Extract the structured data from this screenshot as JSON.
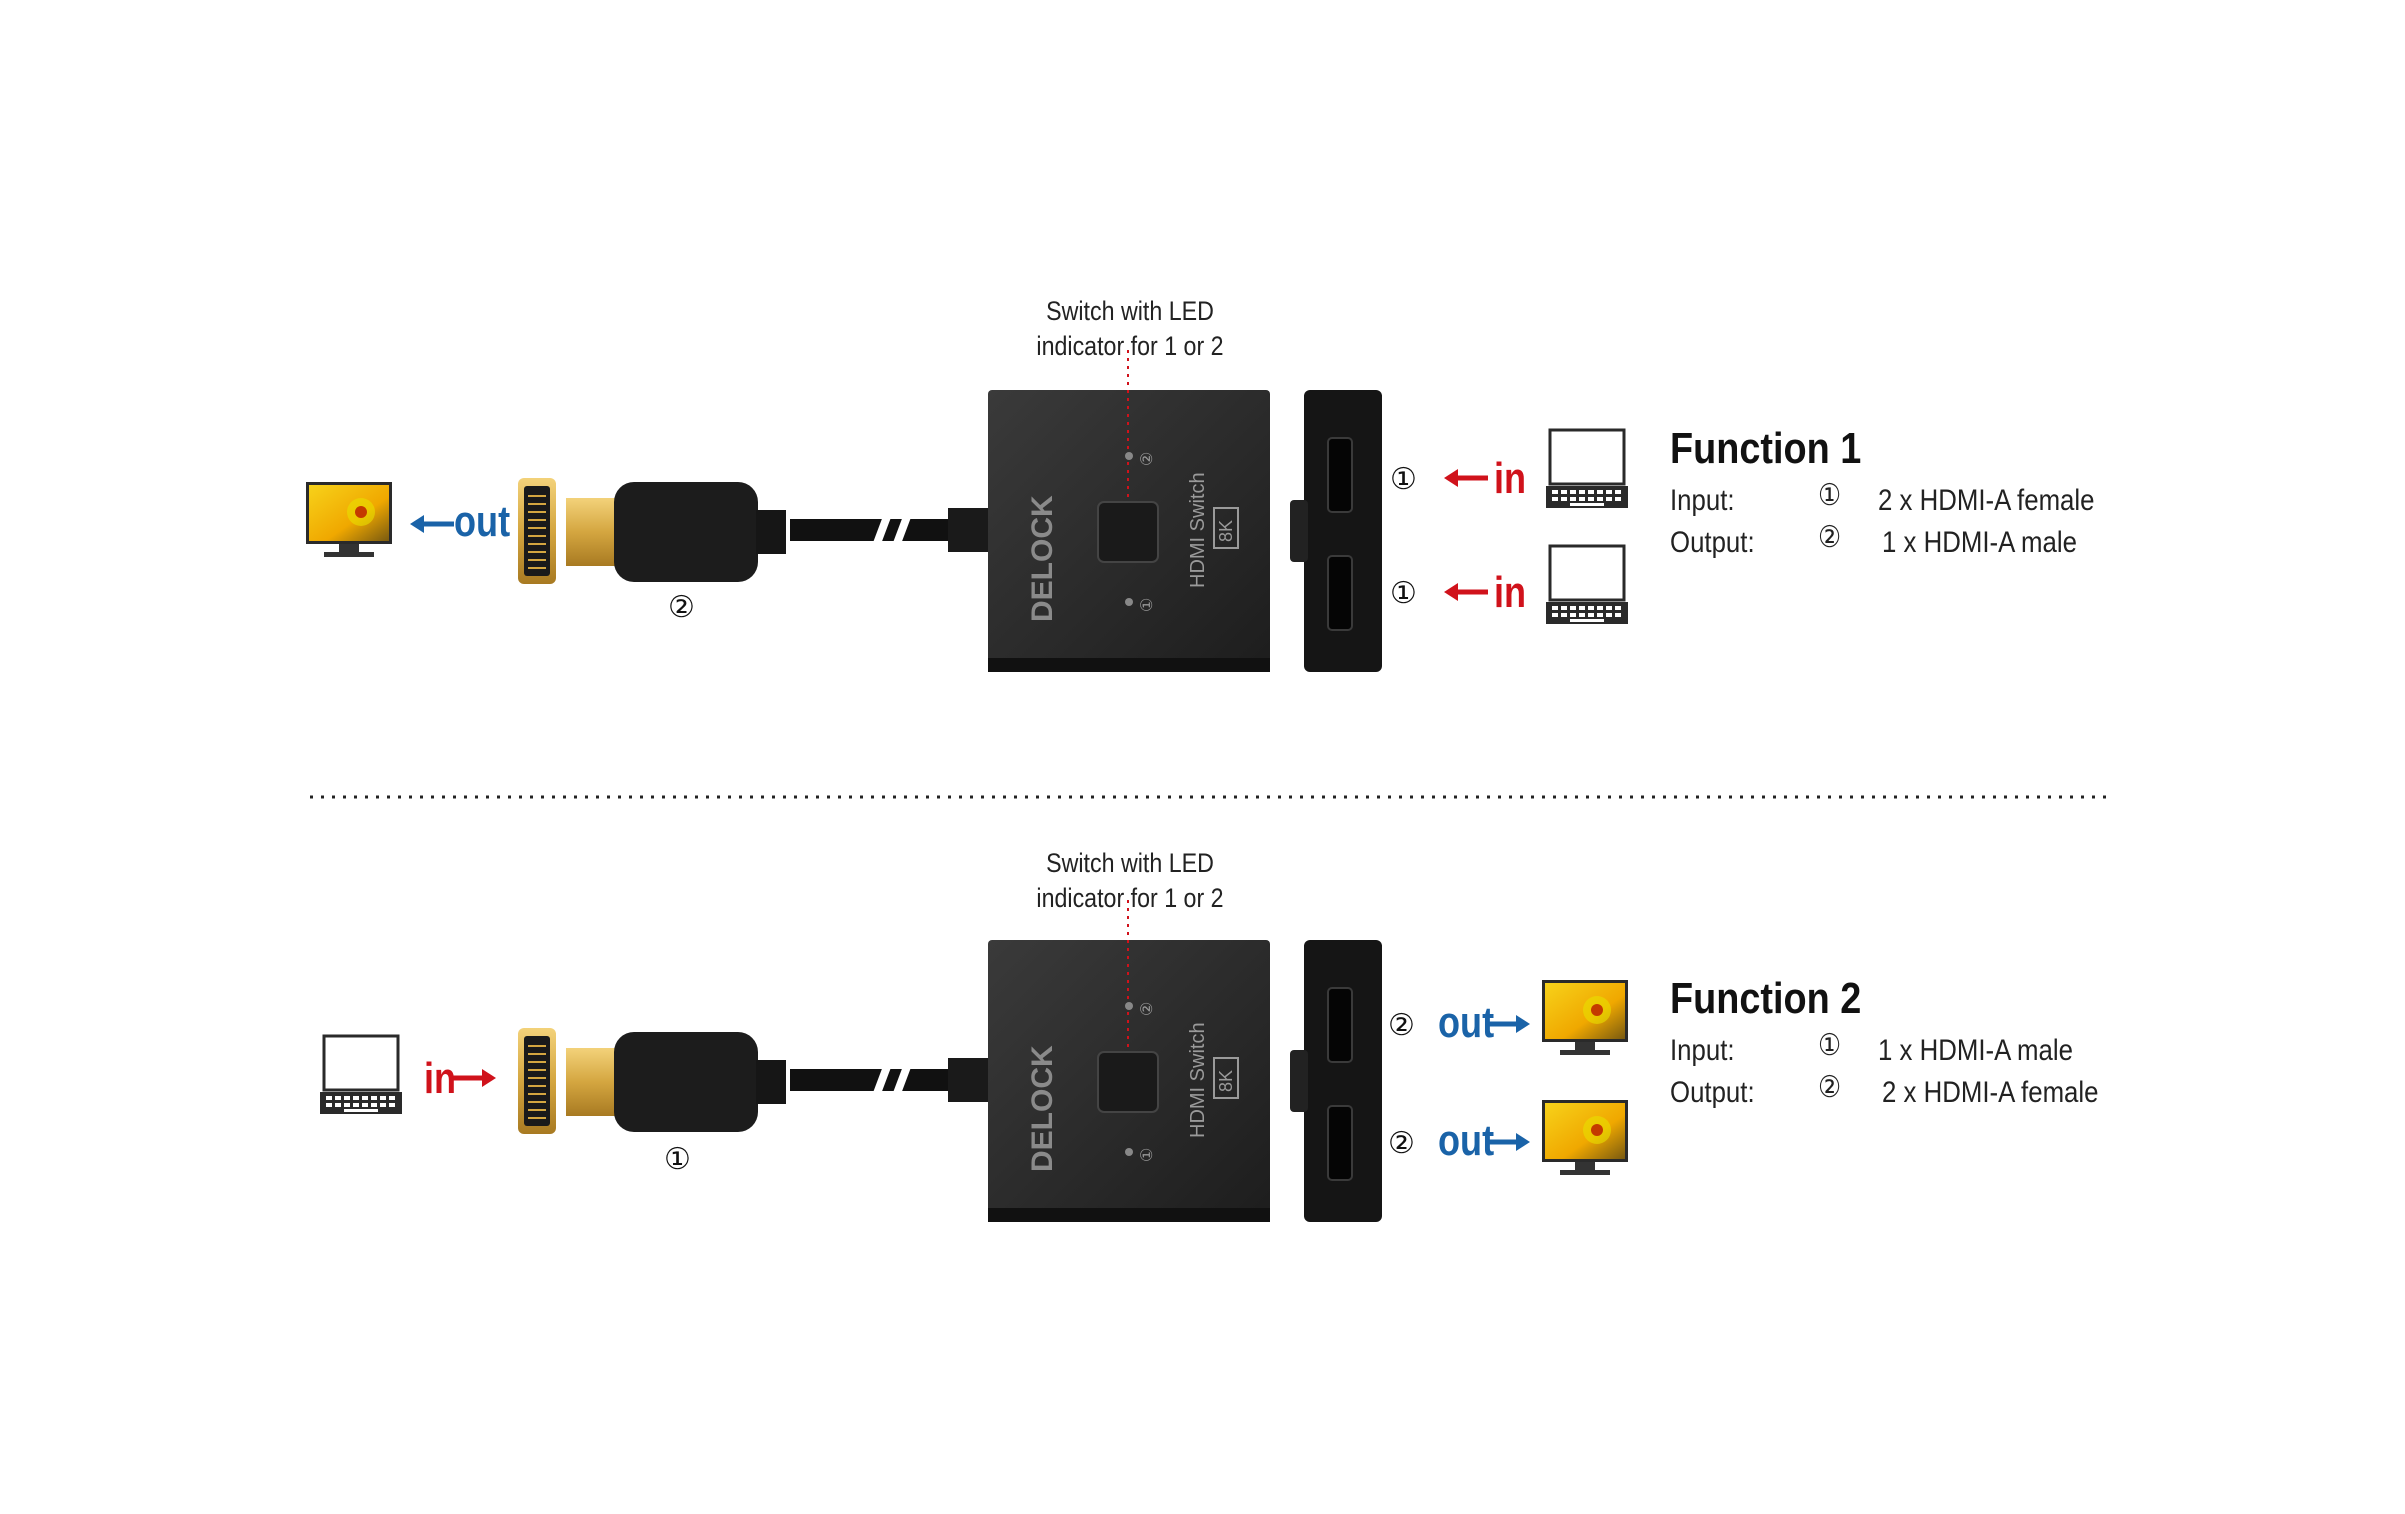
{
  "caption": "Switch with LED\nindicator for 1 or 2",
  "device": {
    "brand": "DELOCK",
    "label": "HDMI Switch",
    "badge": "8K",
    "led_1": "①",
    "led_2": "②"
  },
  "function_1": {
    "title": "Function  1",
    "input_label": "Input:",
    "input_marker": "①",
    "input_value": "2 x HDMI-A female",
    "output_label": "Output:",
    "output_marker": "②",
    "output_value": "1 x HDMI-A male",
    "cable_marker": "②",
    "port_marker": "①",
    "cable_label": "out",
    "port_label": "in"
  },
  "function_2": {
    "title": "Function  2",
    "input_label": "Input:",
    "input_marker": "①",
    "input_value": "1 x HDMI-A male",
    "output_label": "Output:",
    "output_marker": "②",
    "output_value": "2 x HDMI-A female",
    "cable_marker": "①",
    "port_marker": "②",
    "cable_label": "in",
    "port_label": "out"
  },
  "colors": {
    "in": "#d0121b",
    "out": "#1a63a8",
    "device": "#2b2b2b",
    "connector_gold": "#d4a640"
  },
  "icons": {
    "monitor": "monitor-icon",
    "laptop": "laptop-icon"
  }
}
